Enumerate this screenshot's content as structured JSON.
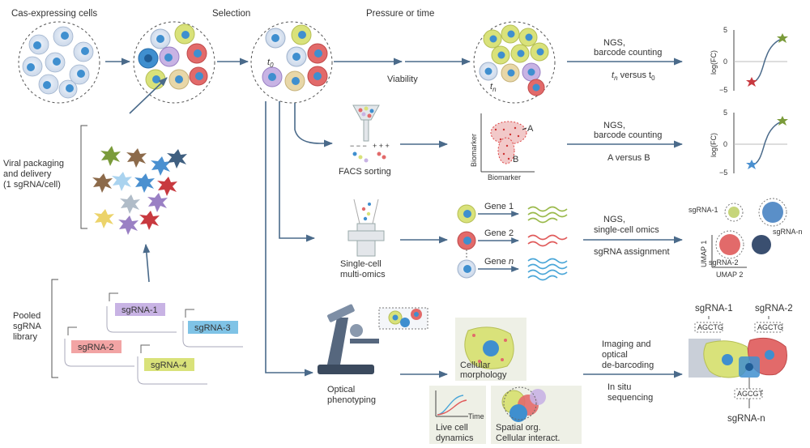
{
  "headers": {
    "cas_cells": "Cas-expressing cells",
    "selection": "Selection",
    "pressure": "Pressure or time"
  },
  "left": {
    "viral_1": "Viral packaging",
    "viral_2": "and delivery",
    "viral_3": "(1 sgRNA/cell)",
    "pooled_1": "Pooled",
    "pooled_2": "sgRNA",
    "pooled_3": "library",
    "sgrna1": "sgRNA-1",
    "sgrna2": "sgRNA-2",
    "sgrna3": "sgRNA-3",
    "sgrna4": "sgRNA-4"
  },
  "t0": "t",
  "t0_sub": "0",
  "tn": "t",
  "tn_sub": "n",
  "row1": {
    "viability": "Viability",
    "ngs": "NGS,",
    "barcode": "barcode counting",
    "versus_tn": "t",
    "versus_tn_sub": "n",
    "versus_mid": " versus t",
    "versus_t0_sub": "0",
    "ylabel": "log(FC)",
    "tick_top": "5",
    "tick_mid": "0",
    "tick_bot": "−5"
  },
  "row2": {
    "facs": "FACS sorting",
    "ylabel_bio": "Biomarker",
    "xlabel_bio": "Biomarker",
    "gate_a": "A",
    "gate_b": "B",
    "ngs": "NGS,",
    "barcode": "barcode counting",
    "versus": "A versus B",
    "ylabel": "log(FC)",
    "tick_top": "5",
    "tick_mid": "0",
    "tick_bot": "−5"
  },
  "row3": {
    "sc_1": "Single-cell",
    "sc_2": "multi-omics",
    "gene1": "Gene 1",
    "gene2": "Gene 2",
    "gene_n": "Gene ",
    "gene_n_it": "n",
    "ngs": "NGS,",
    "omics": "single-cell omics",
    "assign": "sgRNA assignment",
    "umap_sg1": "sgRNA-1",
    "umap_sg2": "sgRNA-2",
    "umap_sgn": "sgRNA-n",
    "umap1": "UMAP 1",
    "umap2": "UMAP 2"
  },
  "row4": {
    "optical_1": "Optical",
    "optical_2": "phenotyping",
    "morph_1": "Cellular",
    "morph_2": "morphology",
    "time": "Time",
    "live_1": "Live cell",
    "live_2": "dynamics",
    "spatial_1": "Spatial org.",
    "spatial_2": "Cellular interact.",
    "imaging_1": "Imaging and",
    "imaging_2": "optical",
    "imaging_3": "de-barcoding",
    "insitu_1": "In situ",
    "insitu_2": "sequencing",
    "out_sg1": "sgRNA-1",
    "out_sg2": "sgRNA-2",
    "out_sgn": "sgRNA-n",
    "code1": "AGCTG",
    "code2": "AGCTG",
    "code3": "AGCGT"
  },
  "colors": {
    "arrow": "#4a6a8a",
    "nucleus": "#3f8fcf",
    "cell_light": "#dbe5f1",
    "yellow": "#d9e27a",
    "red": "#e26a6a",
    "purple": "#b59ad6",
    "green_star": "#7a9b3a",
    "red_star": "#c8393f",
    "blue_star": "#4a90d0",
    "panel_bg": "#eef0e6"
  }
}
